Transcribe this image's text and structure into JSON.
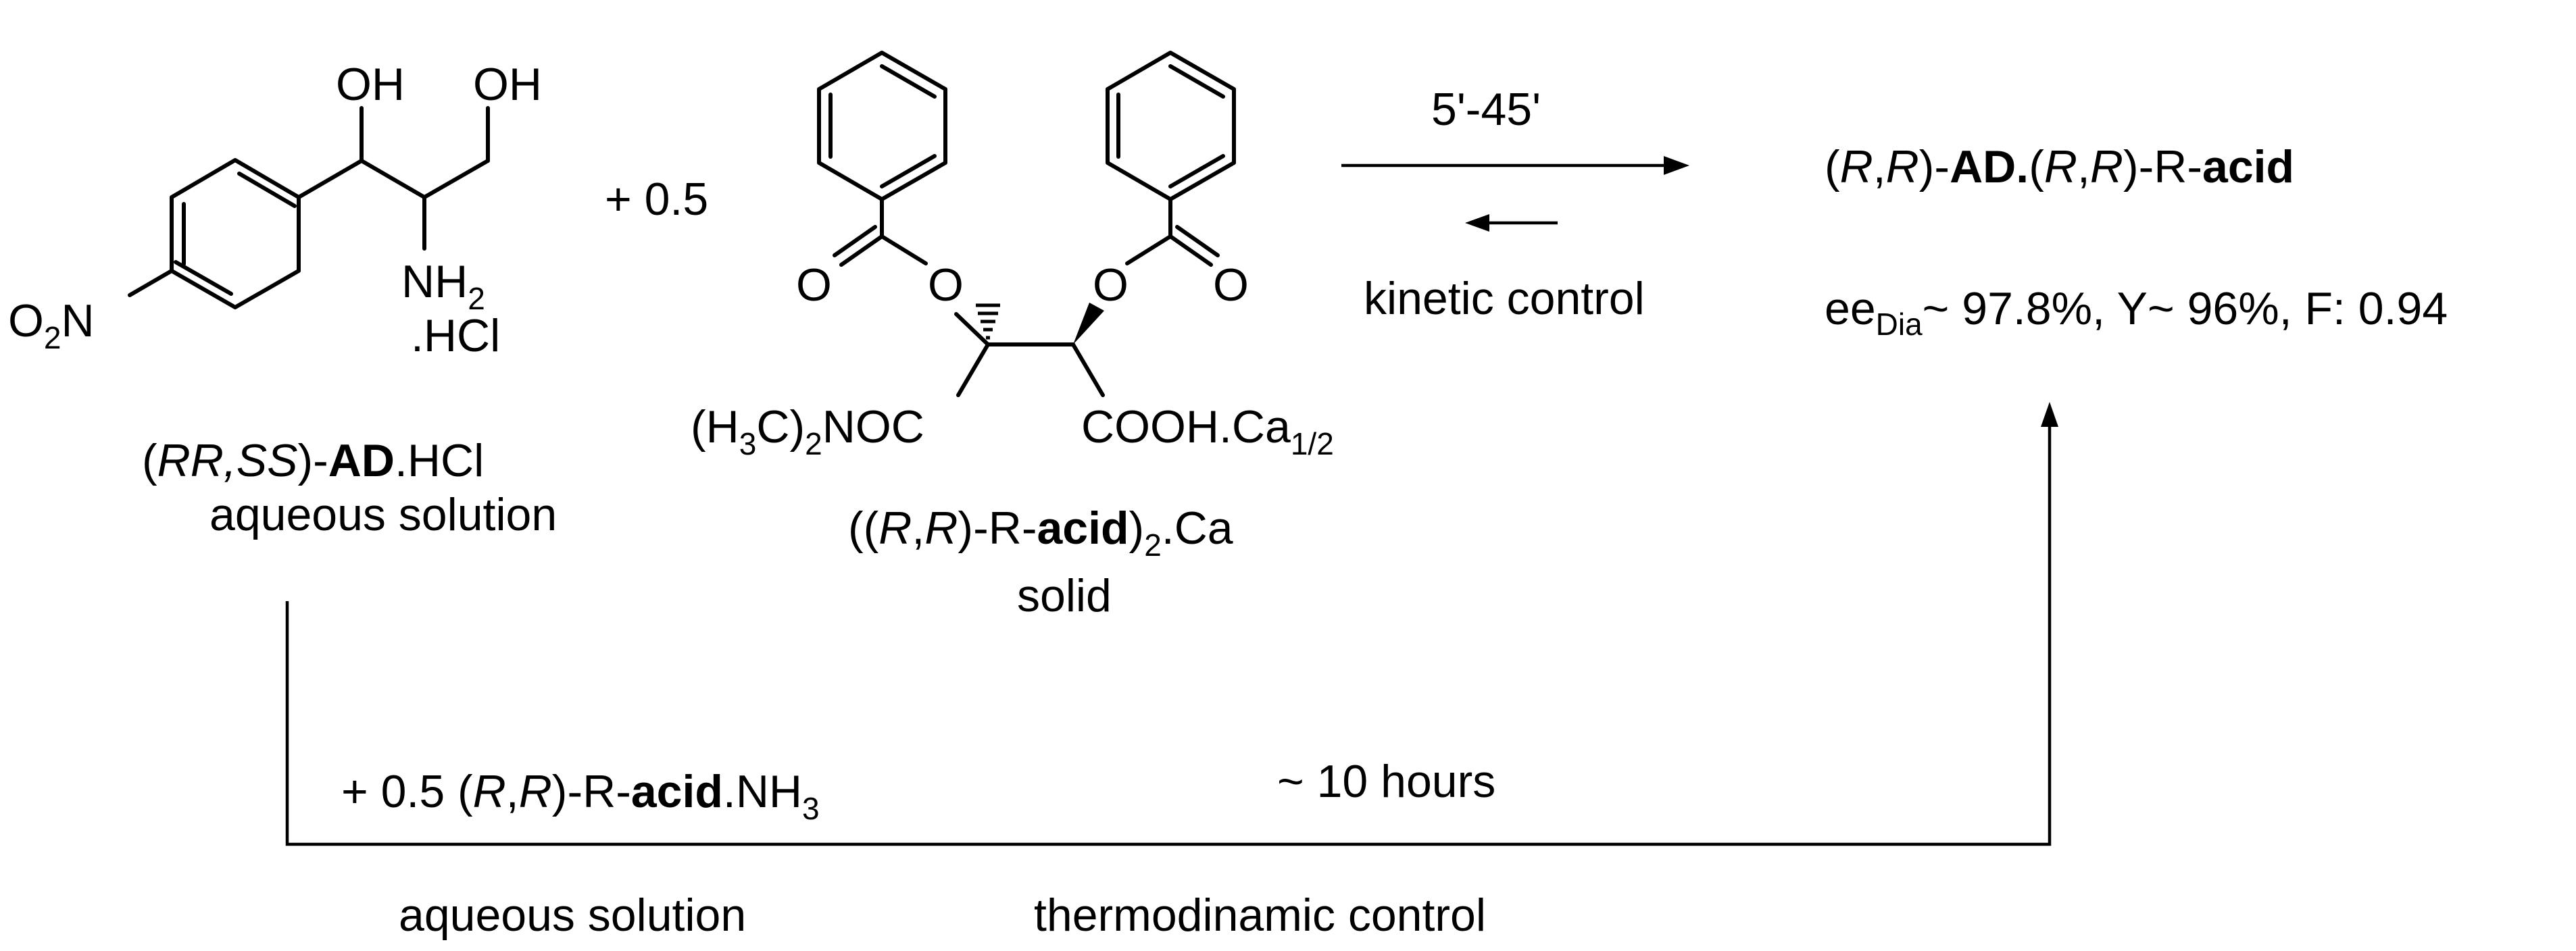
{
  "reactant_ad": {
    "oh1": "OH",
    "oh2": "OH",
    "nh2_main": "NH",
    "nh2_sub": "2",
    "hcl": ".HCl",
    "no2_o": "O",
    "no2_sub": "2",
    "no2_n": "N",
    "name_open": "(",
    "name_rr_ss": "RR,SS",
    "name_mid": ")-",
    "name_bold": "AD",
    "name_tail": ".HCl",
    "state": "aqueous solution"
  },
  "coefficient": "+  0.5",
  "reactant_acid": {
    "o_left_carbonyl": "O",
    "o_left_ether": "O",
    "o_right_ether": "O",
    "o_right_carbonyl": "O",
    "left_group_a": "(H",
    "left_group_a_sub": "3",
    "left_group_b": "C)",
    "left_group_b_sub": "2",
    "left_group_c": "NOC",
    "right_group_a": "COOH.Ca",
    "right_group_sub": "1/2",
    "name_open": "((",
    "name_r1": "R",
    "name_comma": ",",
    "name_r2": "R",
    "name_mid": ")-R-",
    "name_bold": "acid",
    "name_close": ")",
    "name_sub": "2",
    "name_tail": ".Ca",
    "state": "solid"
  },
  "kinetic": {
    "time": "5'-45'",
    "label": "kinetic control"
  },
  "product": {
    "open": "(",
    "r1": "R",
    "comma1": ",",
    "r2": "R",
    "mid1": ")-",
    "bold1": "AD.",
    "open2": "(",
    "r3": "R",
    "comma2": ",",
    "r4": "R",
    "mid2": ")-R-",
    "bold2": "acid",
    "ee": "ee",
    "ee_sub": "Dia",
    "results": "~ 97.8%, Y~ 96%,  F: 0.94"
  },
  "thermo": {
    "reagent_prefix": "+ 0.5  (",
    "reagent_r1": "R",
    "reagent_comma": ",",
    "reagent_r2": "R",
    "reagent_mid": ")-R-",
    "reagent_bold": "acid",
    "reagent_tail": ".NH",
    "reagent_sub": "3",
    "time": "~ 10 hours",
    "state": "aqueous solution",
    "label": "thermodinamic control"
  }
}
